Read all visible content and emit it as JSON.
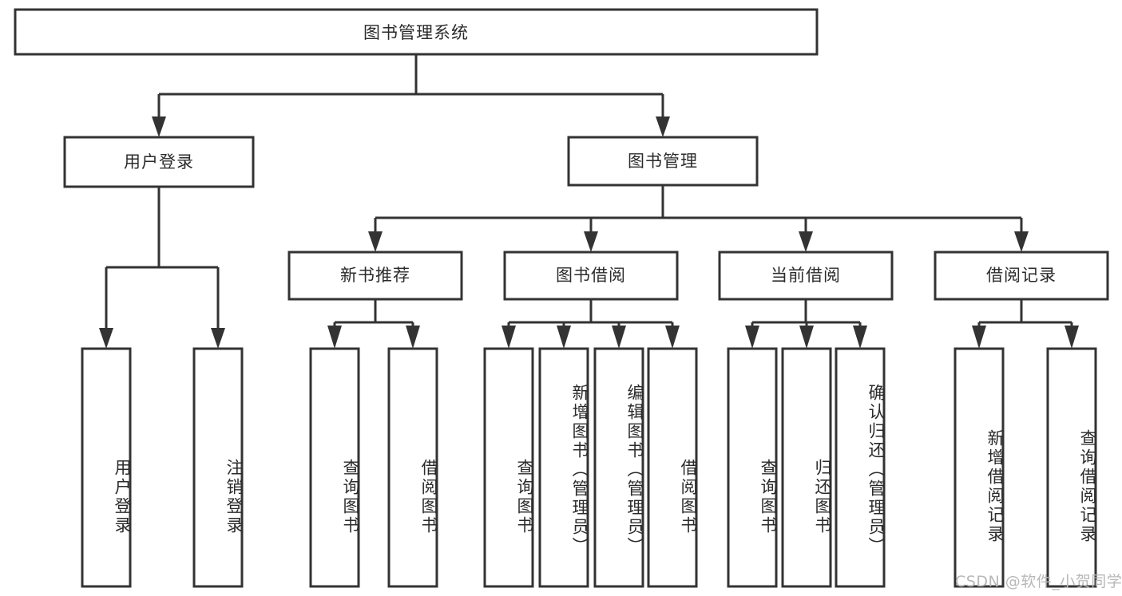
{
  "diagram": {
    "title": "图书管理系统",
    "type": "hierarchy-tree",
    "background_color": "#ffffff",
    "line_color": "#333333",
    "text_color": "#2b2b2b",
    "root": {
      "label": "图书管理系统"
    },
    "level2": [
      {
        "label": "用户登录"
      },
      {
        "label": "图书管理"
      }
    ],
    "level3": [
      {
        "label": "新书推荐"
      },
      {
        "label": "图书借阅"
      },
      {
        "label": "当前借阅"
      },
      {
        "label": "借阅记录"
      }
    ],
    "leaves": {
      "user_login": [
        {
          "label": "用户登录"
        },
        {
          "label": "注销登录"
        }
      ],
      "new_book_recommend": [
        {
          "label": "查询图书"
        },
        {
          "label": "借阅图书"
        }
      ],
      "book_borrow": [
        {
          "label": "查询图书"
        },
        {
          "label": "新增图书（管理员）"
        },
        {
          "label": "编辑图书（管理员）"
        },
        {
          "label": "借阅图书"
        }
      ],
      "current_borrow": [
        {
          "label": "查询图书"
        },
        {
          "label": "归还图书"
        },
        {
          "label": "确认归还（管理员）"
        }
      ],
      "borrow_record": [
        {
          "label": "新增借阅记录"
        },
        {
          "label": "查询借阅记录"
        }
      ]
    }
  },
  "watermark": {
    "text": "CSDN @软件_小贺同学"
  }
}
